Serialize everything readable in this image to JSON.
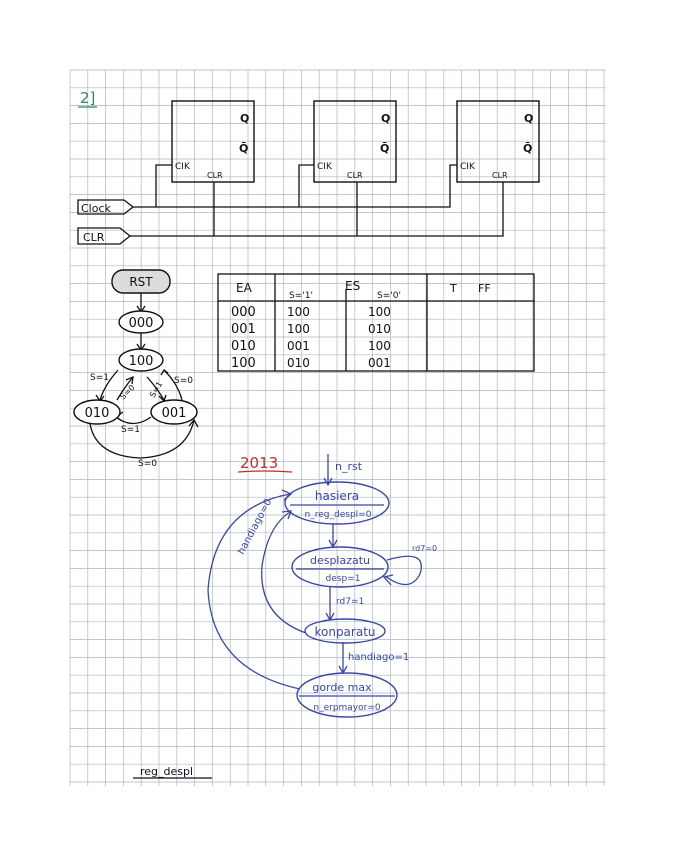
{
  "colors": {
    "grid": "#aab6c8",
    "ink_black": "#111111",
    "ink_blue": "#3a48a8",
    "ink_red": "#c0302a",
    "ink_green": "#2e8b57",
    "rst_fill": "#dcdcdc"
  },
  "header": {
    "problem_number": "2]"
  },
  "flipflops": [
    {
      "q": "Q",
      "qbar": "Q̄",
      "clk": "CIK",
      "clr": "CLR"
    },
    {
      "q": "Q",
      "qbar": "Q̄",
      "clk": "CIK",
      "clr": "CLR"
    },
    {
      "q": "Q",
      "qbar": "Q̄",
      "clk": "CIK",
      "clr": "CLR"
    }
  ],
  "inputs": {
    "clock": "Clock",
    "clr": "CLR"
  },
  "fsm1": {
    "rst": "RST",
    "states": [
      "000",
      "100",
      "010",
      "001"
    ],
    "edges": [
      "S=1",
      "S=0",
      "S=0",
      "S=1",
      "S=1",
      "S=0"
    ]
  },
  "table": {
    "headers": {
      "ea": "EA",
      "es": "ES",
      "es_s1": "S='1'",
      "es_s0": "S='0'",
      "t": "T",
      "ff": "FF"
    },
    "rows": [
      {
        "ea": "000",
        "s1": "100",
        "s0": "100"
      },
      {
        "ea": "001",
        "s1": "100",
        "s0": "010"
      },
      {
        "ea": "010",
        "s1": "001",
        "s0": "100"
      },
      {
        "ea": "100",
        "s1": "010",
        "s0": "001"
      }
    ]
  },
  "fsm2": {
    "year": "2013",
    "reset_signal": "n_rst",
    "states": [
      {
        "name": "hasiera",
        "output": "n_reg_despl=0"
      },
      {
        "name": "desplazatu",
        "output": "desp=1"
      },
      {
        "name": "konparatu",
        "output": ""
      },
      {
        "name": "gorde max",
        "output": "n_erpmayor=0"
      }
    ],
    "edges": {
      "self_loop": "rd7=0",
      "to_konparatu": "rd7=1",
      "to_gorde": "handiago=1",
      "back_to_hasiera": "handiago=0"
    }
  },
  "footer": {
    "label": "reg_despl"
  }
}
